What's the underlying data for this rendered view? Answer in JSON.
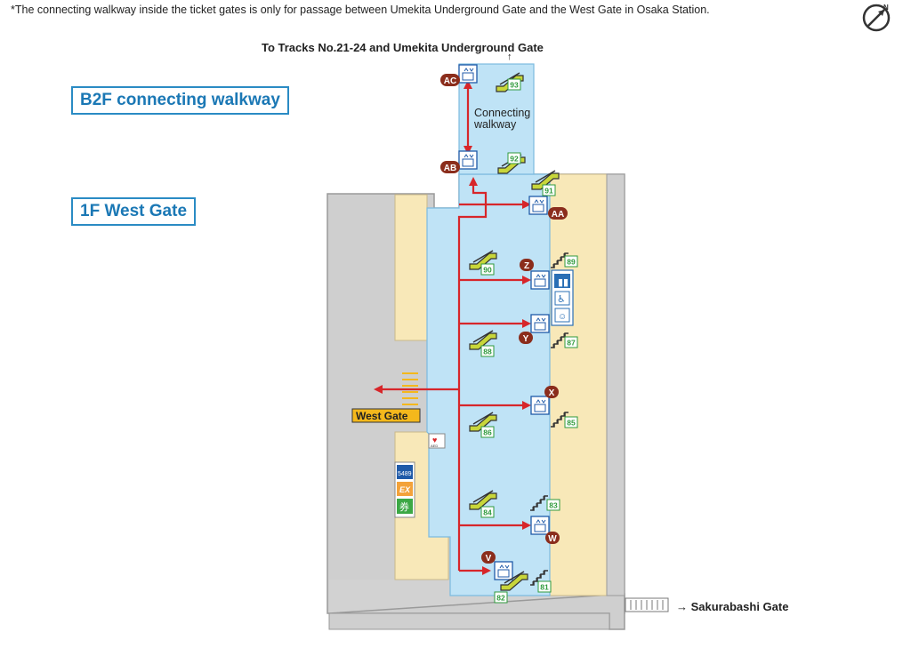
{
  "notice": "*The connecting walkway inside the ticket gates is only for passage between Umekita Underground Gate and the West Gate in Osaka Station.",
  "compass": {
    "letter": "N"
  },
  "levels": {
    "b2f": "B2F connecting walkway",
    "f1": "1F West Gate"
  },
  "destinations": {
    "top": "To Tracks No.21-24 and Umekita Underground Gate",
    "top_arrow": "↑",
    "sakurabashi": "→ Sakurabashi Gate"
  },
  "connecting_walkway": {
    "line1": "Connecting",
    "line2": "walkway"
  },
  "west_gate": "West Gate",
  "aed": "AED",
  "ticket_icons": {
    "t1": "5489",
    "t2": "EX",
    "t3": "券"
  },
  "elevators": [
    "AC",
    "AB",
    "AA",
    "Z",
    "Y",
    "X",
    "W",
    "V"
  ],
  "stair_numbers": [
    "93",
    "92",
    "91",
    "90",
    "89",
    "88",
    "87",
    "86",
    "85",
    "84",
    "83",
    "82",
    "81"
  ],
  "colors": {
    "concourse": "#bfe3f6",
    "shops": "#f8e8b8",
    "wall": "#cfcfcf",
    "route": "#d7262a",
    "badge": "#8b2d1c",
    "gate_label": "#f4b81c",
    "number": "#2f9a3c"
  }
}
